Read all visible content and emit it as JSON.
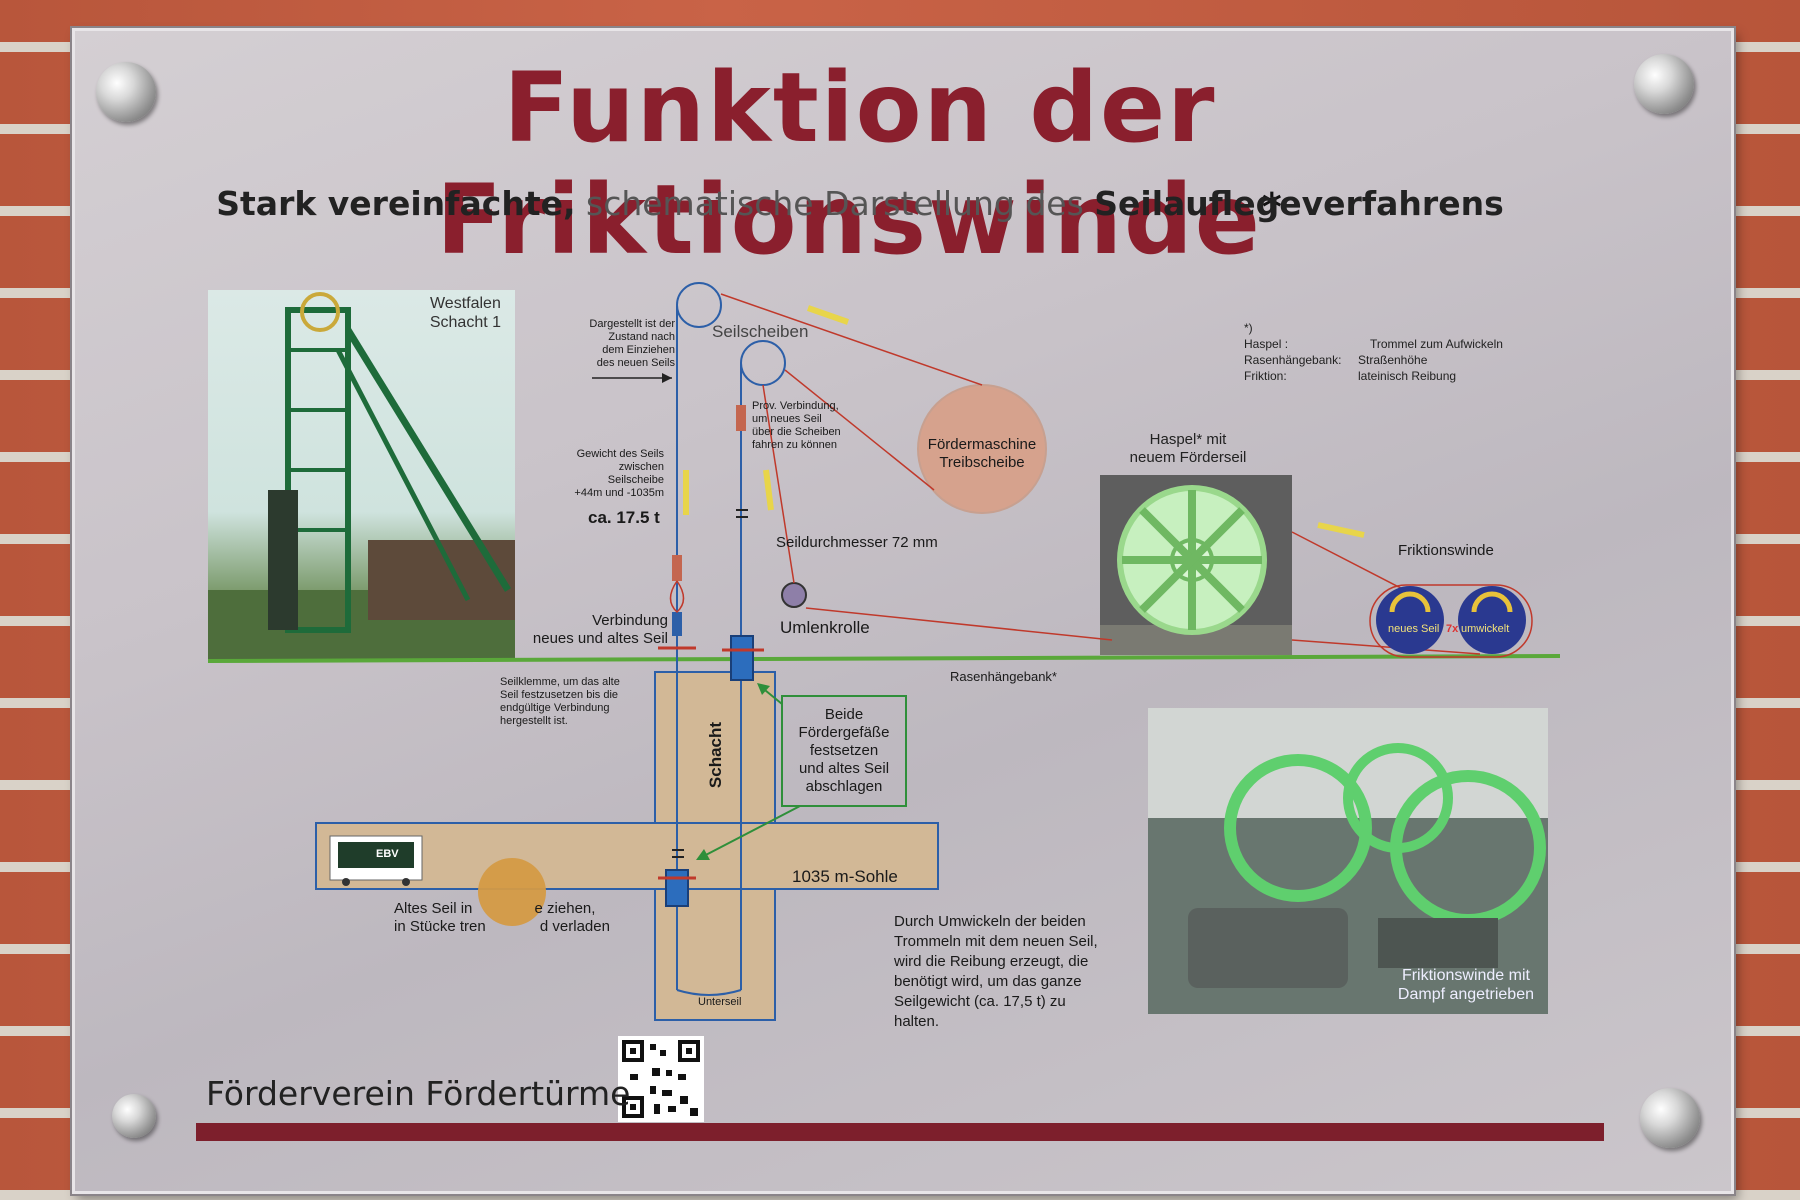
{
  "title": "Funktion der Friktionswinde",
  "title_asterisk": "*",
  "subtitle": {
    "part1": "Stark vereinfachte,",
    "part2": " schematische Darstellung des ",
    "part3": "Seilauflegeverfahrens"
  },
  "photos": {
    "tower_caption": "Westfalen\nSchacht 1",
    "engine_caption": "Friktionswinde mit\nDampf angetrieben"
  },
  "footnotes": {
    "marker": "*)",
    "rows": [
      {
        "term": "Haspel :",
        "meaning": "Trommel zum Aufwickeln"
      },
      {
        "term": "Rasenhängebank:",
        "meaning": "Straßenhöhe"
      },
      {
        "term": "Friktion:",
        "meaning": "lateinisch Reibung"
      }
    ]
  },
  "labels": {
    "dargestellt": "Dargestellt ist der\nZustand nach\ndem Einziehen\ndes neuen Seils",
    "seilscheiben": "Seilscheiben",
    "prov_verbindung": "Prov. Verbindung,\num neues Seil\nüber die Scheiben\nfahren zu können",
    "gewicht": "Gewicht des Seils\nzwischen\nSeilscheibe\n+44m und -1035m",
    "gewicht_value": "ca. 17.5 t",
    "foerdermaschine": "Fördermaschine\nTreibscheibe",
    "haspel": "Haspel* mit\nneuem Förderseil",
    "seildurchmesser": "Seildurchmesser 72 mm",
    "friktionswinde": "Friktionswinde",
    "drum_left": "neues Seil",
    "drum_mid": "7x",
    "drum_right": "umwickelt",
    "umlenkrolle": "Umlenkrolle",
    "verbindung": "Verbindung\nneues und altes Seil",
    "rasenhaengebank": "Rasenhängebank*",
    "seilklemme": "Seilklemme, um das alte\nSeil festzusetzen bis die\nendgültige Verbindung\nhergestellt ist.",
    "schacht": "Schacht",
    "beide": "Beide\nFördergefäße\nfestsetzen\nund altes Seil\nabschlagen",
    "sohle": "1035 m-Sohle",
    "ebv": "EBV",
    "altes_seil_1": "Altes Seil in",
    "altes_seil_2": "e ziehen,",
    "altes_seil_3": "in Stücke tren",
    "altes_seil_4": "d verladen",
    "unterseil": "Unterseil",
    "umwickeln": "Durch Umwickeln der beiden\nTrommeln mit dem neuen Seil,\nwird die Reibung erzeugt, die\nbenötigt wird, um das ganze\nSeilgewicht (ca. 17,5 t) zu\nhalten."
  },
  "footer": {
    "name": "Förderverein Fördertürme"
  },
  "colors": {
    "title": "#8a1f2d",
    "rope_blue": "#2c5fa8",
    "rope_red": "#c0392b",
    "ground_green": "#5aa83a",
    "shaft_fill": "#d2b896",
    "footer_bar": "#7d1f2c"
  }
}
